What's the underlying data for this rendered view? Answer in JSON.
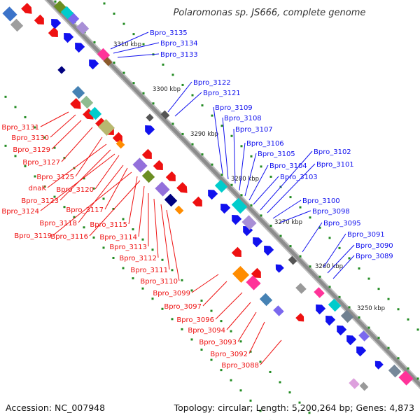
{
  "title": "Polaromonas sp. JS666, complete genome",
  "accession": "Accession: NC_007948",
  "topology": "Topology: circular; Length: 5,200,264 bp; Genes: 4,873",
  "colors": {
    "forward": "#ee1111",
    "reverse": "#1111ee",
    "backbone": "#999999",
    "tick": "#228b22"
  },
  "scale_marks": [
    "3310 kbp",
    "3300 kbp",
    "3290 kbp",
    "3280 kbp",
    "3270 kbp",
    "3260 kbp",
    "3250 kbp"
  ],
  "reverse_labels": [
    "Bpro_3135",
    "Bpro_3134",
    "Bpro_3133",
    "Bpro_3122",
    "Bpro_3121",
    "Bpro_3109",
    "Bpro_3108",
    "Bpro_3107",
    "Bpro_3106",
    "Bpro_3105",
    "Bpro_3104",
    "Bpro_3103",
    "Bpro_3102",
    "Bpro_3101",
    "Bpro_3100",
    "Bpro_3098",
    "Bpro_3095",
    "Bpro_3091",
    "Bpro_3090",
    "Bpro_3089"
  ],
  "forward_labels": [
    "Bpro_3131",
    "Bpro_3130",
    "Bpro_3129",
    "Bpro_3127",
    "Bpro_3125",
    "dnaK",
    "Bpro_3120",
    "Bpro_3123",
    "Bpro_3124",
    "Bpro_3117",
    "Bpro_3118",
    "Bpro_3115",
    "Bpro_3119",
    "Bpro_3116",
    "Bpro_3114",
    "Bpro_3113",
    "Bpro_3112",
    "Bpro_3111",
    "Bpro_3110",
    "Bpro_3099",
    "Bpro_3097",
    "Bpro_3096",
    "Bpro_3094",
    "Bpro_3093",
    "Bpro_3092",
    "Bpro_3088"
  ]
}
